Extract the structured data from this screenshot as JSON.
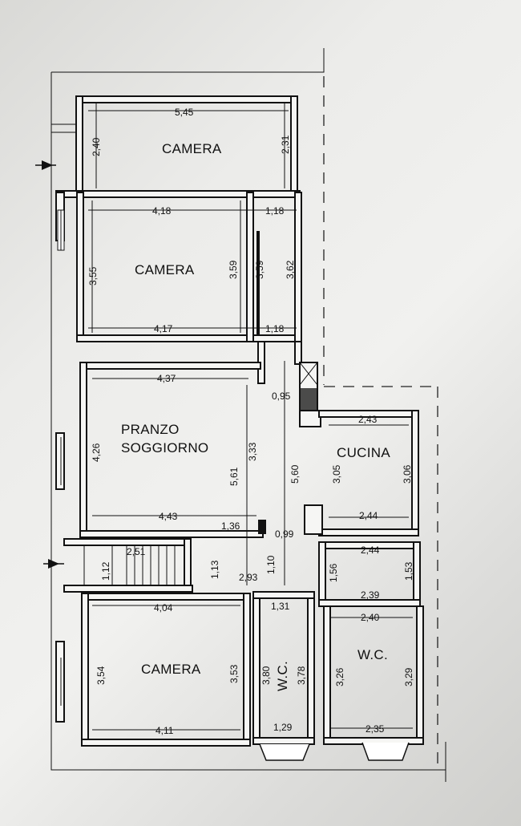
{
  "rooms": {
    "camera1": "CAMERA",
    "camera2": "CAMERA",
    "pranzo": "PRANZO",
    "soggiorno": "SOGGIORNO",
    "cucina": "CUCINA",
    "camera3": "CAMERA",
    "wc1": "W.C.",
    "wc2": "W.C."
  },
  "dims": {
    "d545": "5,45",
    "d240": "2,40",
    "d231": "2,31",
    "d418": "4,18",
    "d118a": "1,18",
    "d355": "3,55",
    "d359a": "3,59",
    "d359b": "3,59",
    "d362": "3,62",
    "d417": "4,17",
    "d118b": "1,18",
    "d437": "4,37",
    "d095": "0,95",
    "d243": "2,43",
    "d426": "4,26",
    "d333": "3,33",
    "d561": "5,61",
    "d560": "5,60",
    "d305": "3,05",
    "d306": "3,06",
    "d443": "4,43",
    "d244a": "2,44",
    "d136": "1,36",
    "d099": "0,99",
    "d251": "2,51",
    "d244b": "2,44",
    "d112": "1,12",
    "d113": "1,13",
    "d110": "1,10",
    "d293": "2,93",
    "d156": "1,56",
    "d153": "1,53",
    "d239": "2,39",
    "d404": "4,04",
    "d131": "1,31",
    "d240b": "2,40",
    "d354": "3,54",
    "d353": "3,53",
    "d380": "3,80",
    "d378": "3,78",
    "d326": "3,26",
    "d329": "3,29",
    "d411": "4,11",
    "d129": "1,29",
    "d235": "2,35"
  }
}
